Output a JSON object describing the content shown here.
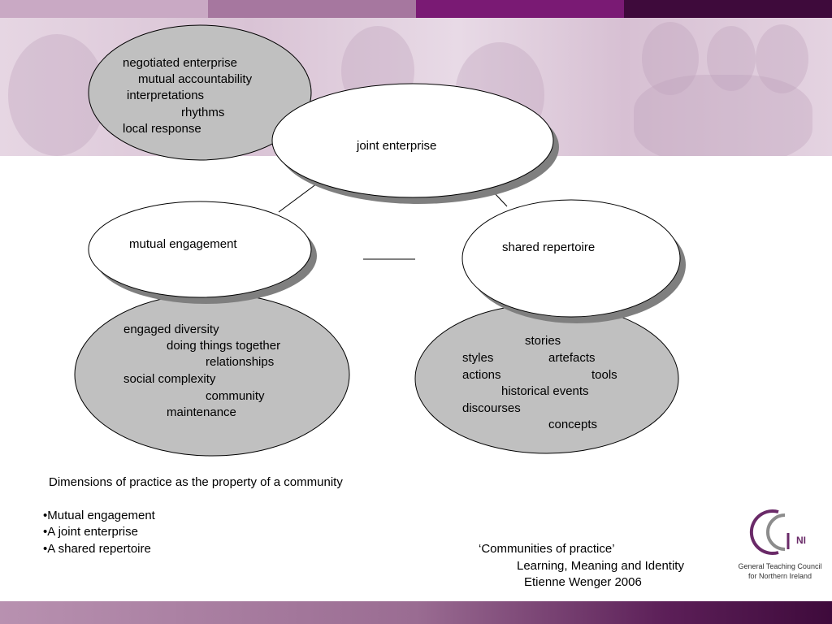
{
  "colors": {
    "band_1": "#c9a9c4",
    "band_2": "#a6779f",
    "band_3": "#7a1a74",
    "band_4": "#3e0a3b",
    "ellipse_grey": "#c0c0c0",
    "ellipse_white": "#ffffff",
    "shadow": "#7f7f7f",
    "logo_purple": "#6a2a68",
    "logo_grey": "#8c8c8c"
  },
  "diagram": {
    "negotiated": {
      "lines": [
        "negotiated enterprise",
        "mutual accountability",
        "interpretations",
        "rhythms",
        "local response"
      ]
    },
    "joint_enterprise": "joint enterprise",
    "mutual_engagement": "mutual engagement",
    "shared_repertoire": "shared repertoire",
    "engaged": {
      "lines": [
        "engaged diversity",
        "doing things together",
        "relationships",
        "social complexity",
        "community",
        "maintenance"
      ]
    },
    "repertoire_items": {
      "stories": "stories",
      "styles": "styles",
      "artefacts": "artefacts",
      "actions": "actions",
      "tools": "tools",
      "historical_events": "historical events",
      "discourses": "discourses",
      "concepts": "concepts"
    }
  },
  "caption": {
    "heading": "Dimensions of practice as the property of a community",
    "bullets": [
      "•Mutual engagement",
      "•A joint enterprise",
      "•A shared repertoire"
    ]
  },
  "reference": {
    "title": "‘Communities of practice’",
    "subtitle": "Learning, Meaning and Identity",
    "author": "Etienne Wenger 2006"
  },
  "logo": {
    "letters": "GTC",
    "sub": "NI",
    "line1": "General Teaching Council",
    "line2": "for Northern Ireland"
  }
}
